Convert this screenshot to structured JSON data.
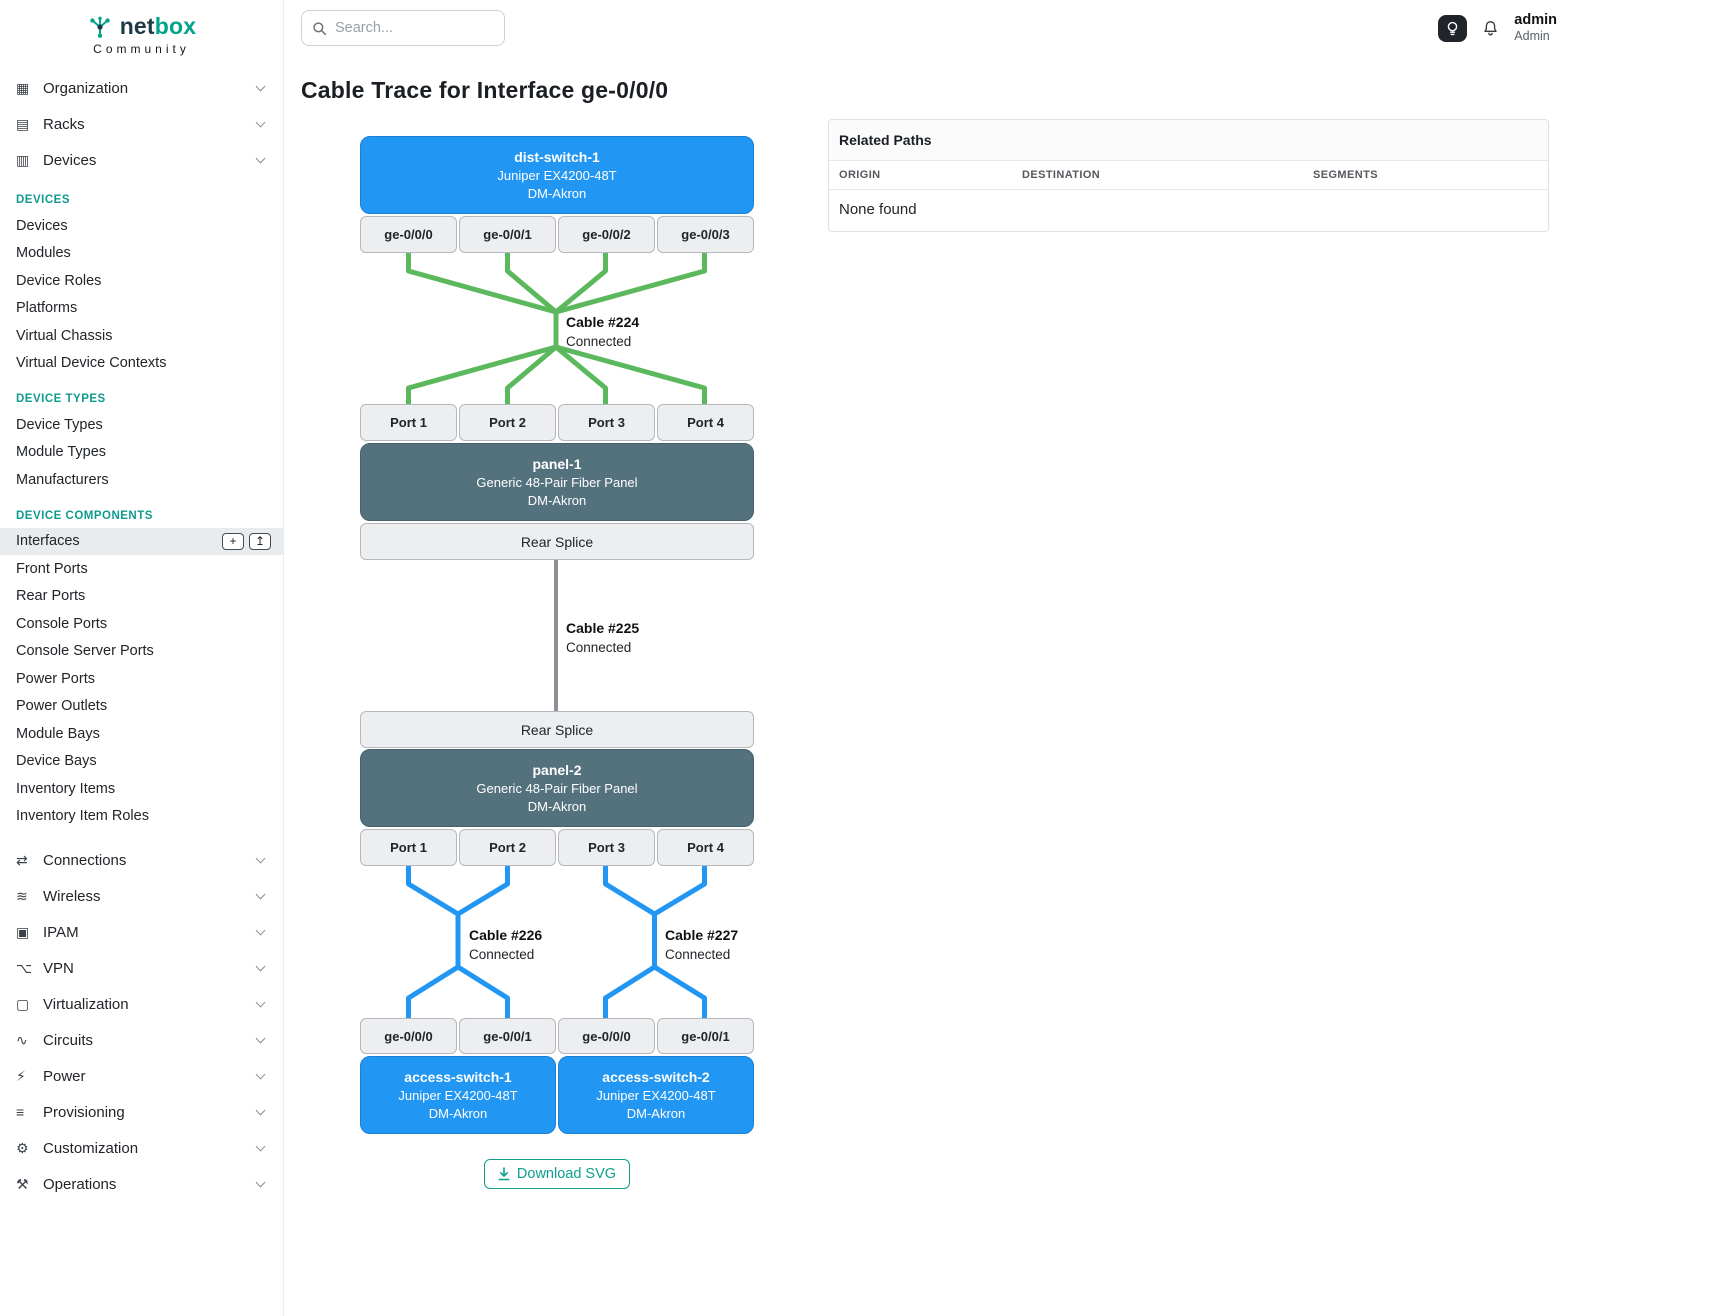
{
  "brand": {
    "logo_part_1": "net",
    "logo_part_2": "box",
    "tagline": "Community"
  },
  "topbar": {
    "search_placeholder": "Search...",
    "user_name": "admin",
    "user_role": "Admin"
  },
  "icons": {
    "organization": "▦",
    "racks": "▤",
    "devices": "▥",
    "connections": "⇄",
    "wireless": "≋",
    "ipam": "▣",
    "vpn": "⌥",
    "virtualization": "▢",
    "circuits": "∿",
    "power": "⚡",
    "provisioning": "≡",
    "customization": "⚙",
    "operations": "⚒",
    "quick_add": "+",
    "quick_import": "↥"
  },
  "sidebar": {
    "top_items": [
      "Organization",
      "Racks",
      "Devices"
    ],
    "sections": [
      {
        "title": "DEVICES",
        "items": [
          "Devices",
          "Modules",
          "Device Roles",
          "Platforms",
          "Virtual Chassis",
          "Virtual Device Contexts"
        ]
      },
      {
        "title": "DEVICE TYPES",
        "items": [
          "Device Types",
          "Module Types",
          "Manufacturers"
        ]
      },
      {
        "title": "DEVICE COMPONENTS",
        "items": [
          "Interfaces",
          "Front Ports",
          "Rear Ports",
          "Console Ports",
          "Console Server Ports",
          "Power Ports",
          "Power Outlets",
          "Module Bays",
          "Device Bays",
          "Inventory Items",
          "Inventory Item Roles"
        ],
        "active_item": "Interfaces"
      }
    ],
    "bottom_items": [
      "Connections",
      "Wireless",
      "IPAM",
      "VPN",
      "Virtualization",
      "Circuits",
      "Power",
      "Provisioning",
      "Customization",
      "Operations"
    ]
  },
  "page": {
    "title": "Cable Trace for Interface ge-0/0/0"
  },
  "trace": {
    "top_device": {
      "name": "dist-switch-1",
      "model": "Juniper EX4200-48T",
      "site": "DM-Akron",
      "ports": [
        "ge-0/0/0",
        "ge-0/0/1",
        "ge-0/0/2",
        "ge-0/0/3"
      ]
    },
    "cable_224": {
      "label": "Cable #224",
      "status": "Connected"
    },
    "panel_1": {
      "name": "panel-1",
      "model": "Generic 48-Pair Fiber Panel",
      "site": "DM-Akron",
      "front_ports": [
        "Port 1",
        "Port 2",
        "Port 3",
        "Port 4"
      ],
      "rear_label": "Rear Splice"
    },
    "cable_225": {
      "label": "Cable #225",
      "status": "Connected"
    },
    "panel_2": {
      "name": "panel-2",
      "model": "Generic 48-Pair Fiber Panel",
      "site": "DM-Akron",
      "front_ports": [
        "Port 1",
        "Port 2",
        "Port 3",
        "Port 4"
      ],
      "rear_label": "Rear Splice"
    },
    "cable_226": {
      "label": "Cable #226",
      "status": "Connected"
    },
    "cable_227": {
      "label": "Cable #227",
      "status": "Connected"
    },
    "bottom_ports": [
      "ge-0/0/0",
      "ge-0/0/1",
      "ge-0/0/0",
      "ge-0/0/1"
    ],
    "access_switch_1": {
      "name": "access-switch-1",
      "model": "Juniper EX4200-48T",
      "site": "DM-Akron"
    },
    "access_switch_2": {
      "name": "access-switch-2",
      "model": "Juniper EX4200-48T",
      "site": "DM-Akron"
    },
    "download_label": "Download SVG"
  },
  "related_paths": {
    "title": "Related Paths",
    "columns": [
      "ORIGIN",
      "DESTINATION",
      "SEGMENTS"
    ],
    "empty_text": "None found"
  },
  "colors": {
    "accent_teal": "#0e9f8c",
    "section_heading": "#0f9b8e",
    "device_blue": "#2196f3",
    "panel_slate": "#54717e",
    "cable_green": "#5cb85c",
    "cable_blue": "#2196f3",
    "cable_gray": "#8d9196"
  }
}
